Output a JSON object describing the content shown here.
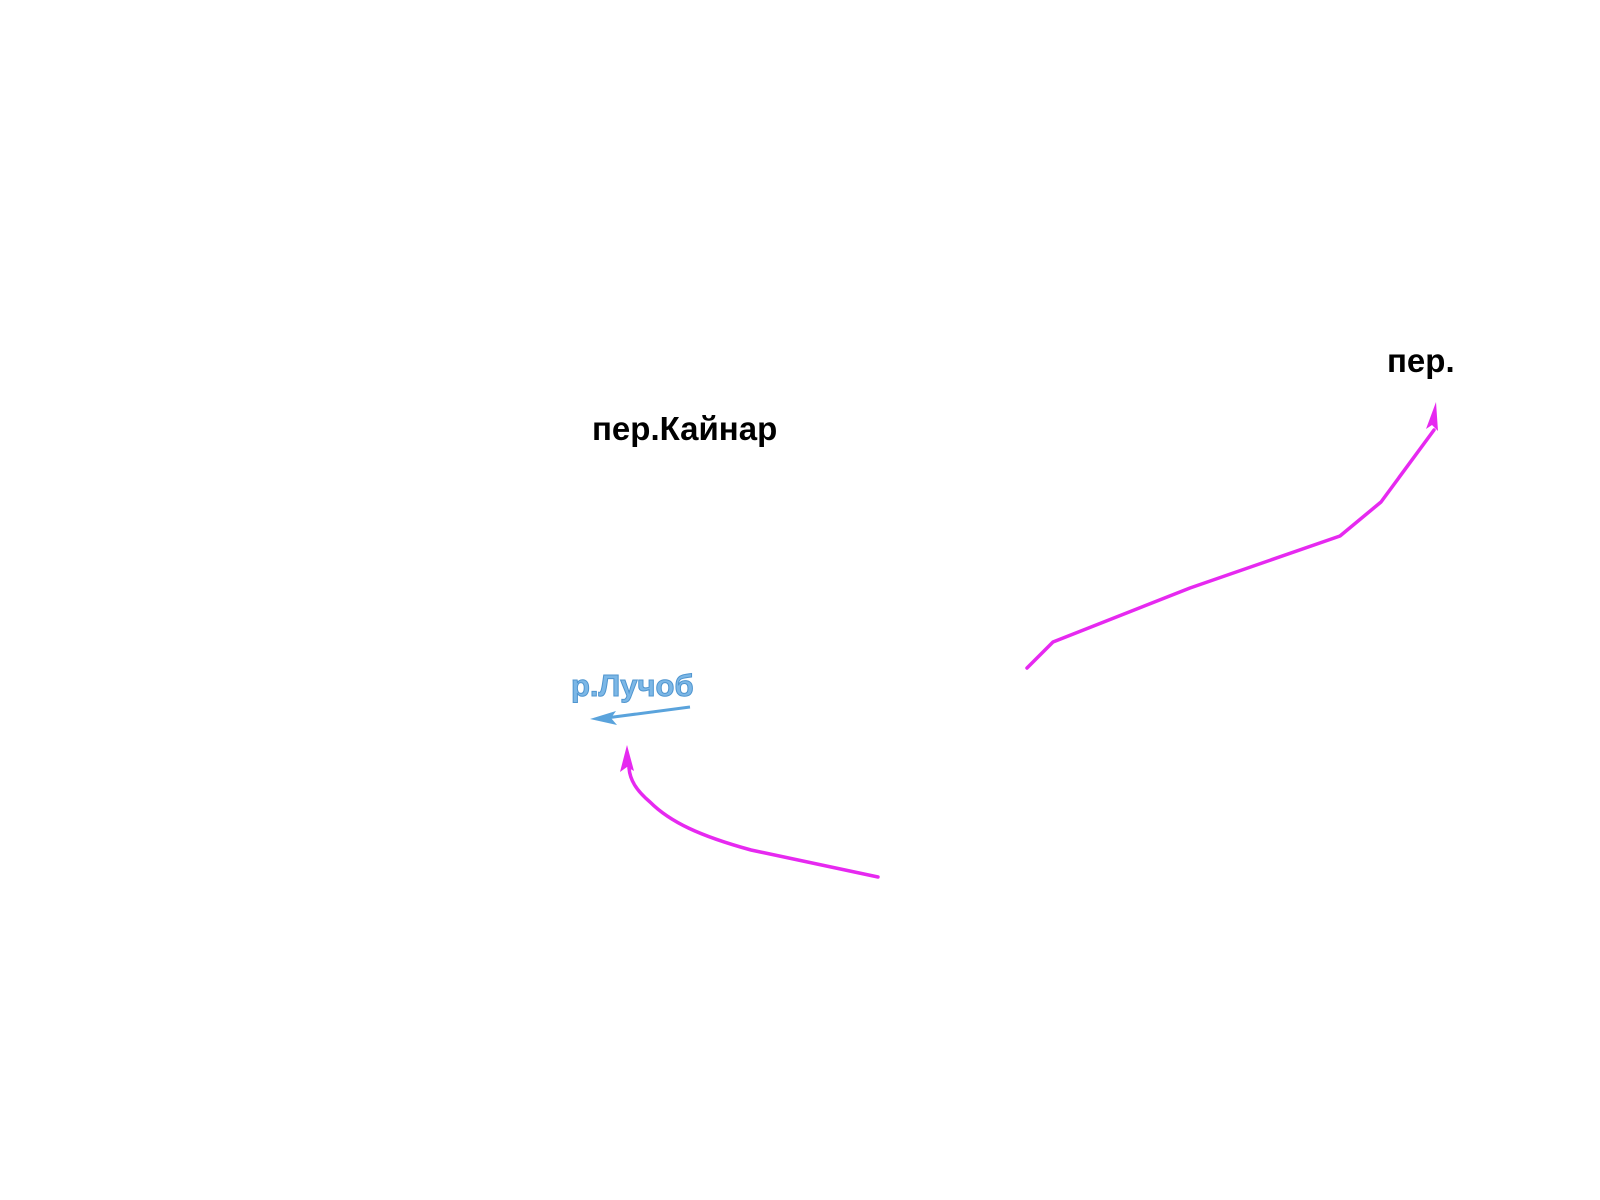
{
  "map": {
    "labels": {
      "pass_kainar": "пер.Кайнар",
      "pass_unnamed": "пер.",
      "river_luchob": "р.Лучоб"
    },
    "colors": {
      "route": "#e629f0",
      "river": "#7cb7e6",
      "river_outline": "#4f95cf",
      "pass_text": "#000000",
      "background": "#ffffff"
    },
    "icons": {
      "route_arrow": "arrowhead-icon",
      "river_flow_arrow": "arrow-left-icon"
    }
  }
}
